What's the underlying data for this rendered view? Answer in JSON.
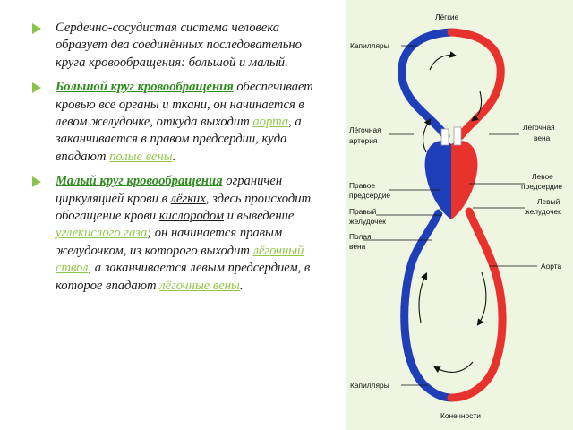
{
  "bullets": {
    "b1": {
      "text": "Сердечно-сосудистая система человека образует два соединённых последовательно круга кровообращения: большой и малый."
    },
    "b2": {
      "term": "Большой круг кровообращения",
      "t1": " обеспечивает кровью все органы и ткани, он начинается в левом желудочке, откуда выходит ",
      "link1": "аорта",
      "t2": ", а заканчивается в правом предсердии, куда впадают ",
      "link2": "полые вены",
      "t3": "."
    },
    "b3": {
      "term": "Малый круг кровообращения",
      "t1": " ограничен циркуляцией крови в ",
      "u1": "лёгких",
      "t2": ", здесь происходит обогащение крови ",
      "u2": "кислородом",
      "t3": " и выведение ",
      "link1": "углекислого газа",
      "t4": "; он начинается правым желудочком, из которого выходит ",
      "link2": "лёгочный ствол",
      "t5": ", а заканчивается левым предсердием, в которое впадают ",
      "link3": "лёгочные вены",
      "t6": "."
    }
  },
  "diagram": {
    "labels": {
      "lungs": "Лёгкие",
      "capillaries_top": "Капилляры",
      "pulmonary_artery_1": "Лёгочная",
      "pulmonary_artery_2": "артерия",
      "pulmonary_vein_1": "Лёгочная",
      "pulmonary_vein_2": "вена",
      "right_atrium_1": "Правое",
      "right_atrium_2": "предсердие",
      "right_ventricle_1": "Правый",
      "right_ventricle_2": "желудочек",
      "vena_cava_1": "Полая",
      "vena_cava_2": "вена",
      "left_atrium_1": "Левое",
      "left_atrium_2": "предсердие",
      "left_ventricle_1": "Левый",
      "left_ventricle_2": "желудочек",
      "aorta": "Аорта",
      "capillaries_bottom": "Капилляры",
      "limbs": "Конечности"
    },
    "colors": {
      "arterial": "#e8322e",
      "venous": "#1f3fb8",
      "background": "#eef6e2",
      "bullet": "#8bc34a",
      "term": "#2e8b1e",
      "link": "#92c84a"
    }
  }
}
